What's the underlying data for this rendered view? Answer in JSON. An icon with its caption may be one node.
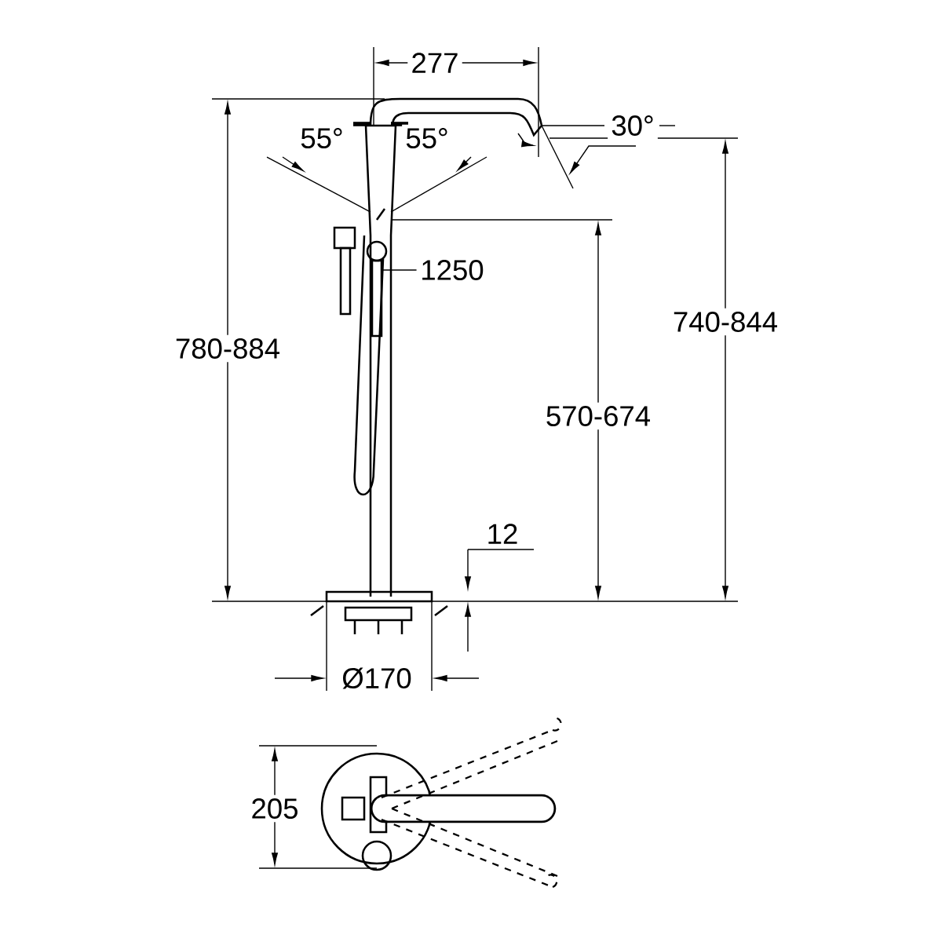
{
  "diagram": {
    "nodes": [
      {
        "text": [
          "1250"
        ]
      },
      {
        "text": [],
        "shape": "box"
      }
    ],
    "edges": [
      {
        "from": 0,
        "to": 1,
        "arrow": "none"
      }
    ],
    "labels": [
      "277",
      "55°",
      "55°",
      "30°",
      "780-884",
      "740-844",
      "570-674",
      "12",
      "Ø170",
      "205"
    ]
  }
}
